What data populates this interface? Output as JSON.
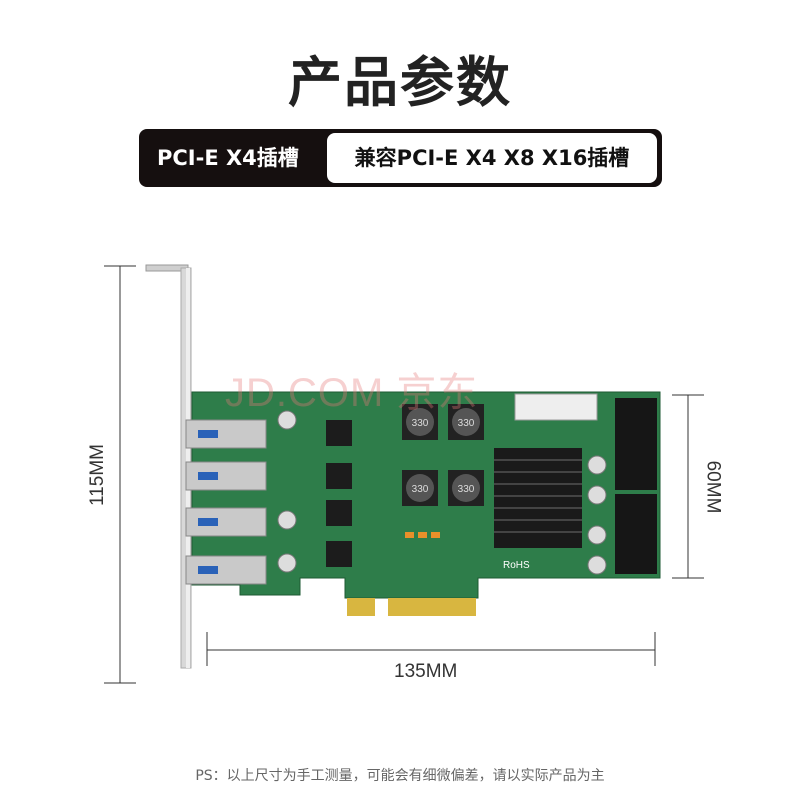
{
  "title": "产品参数",
  "spec": {
    "slot": "PCI-E X4插槽",
    "compatible": "兼容PCI-E X4 X8 X16插槽"
  },
  "dimensions": {
    "height": "115MM",
    "length": "135MM",
    "pcb_height": "60MM"
  },
  "board_labels": {
    "watermark": "JD.COM 京东",
    "inductor": "330",
    "rohs": "RoHS"
  },
  "footer": "PS：以上尺寸为手工测量，可能会有细微偏差，请以实际产品为主"
}
